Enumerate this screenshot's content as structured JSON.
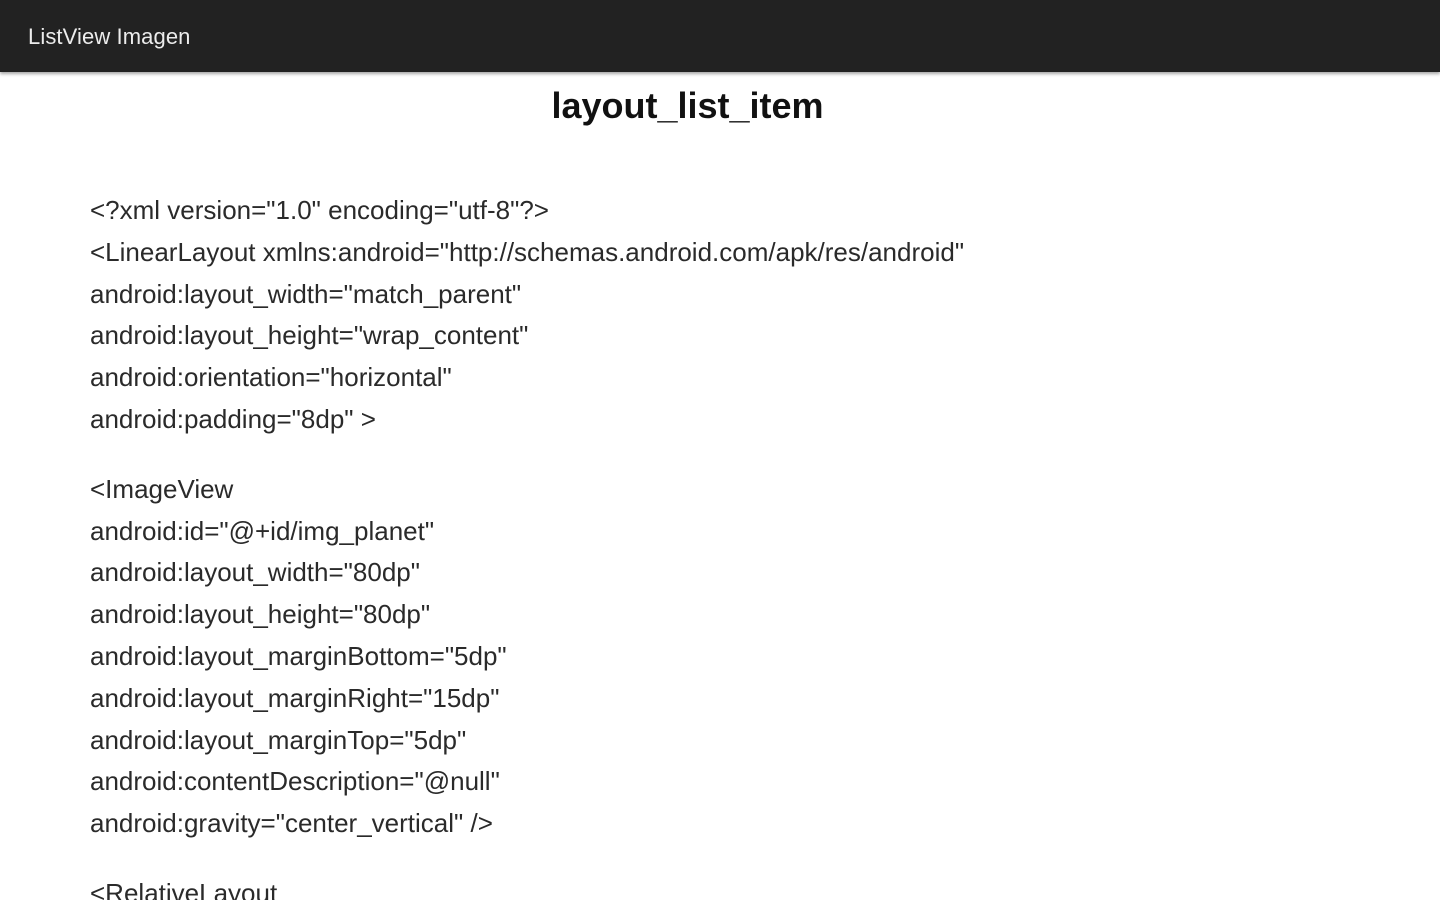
{
  "app": {
    "title": "ListView Imagen"
  },
  "page": {
    "title": "layout_list_item"
  },
  "code": {
    "groups": [
      [
        "<?xml version=\"1.0\" encoding=\"utf-8\"?>",
        "<LinearLayout xmlns:android=\"http://schemas.android.com/apk/res/android\"",
        "android:layout_width=\"match_parent\"",
        "android:layout_height=\"wrap_content\"",
        "android:orientation=\"horizontal\"",
        "android:padding=\"8dp\" >"
      ],
      [
        "<ImageView",
        "android:id=\"@+id/img_planet\"",
        "android:layout_width=\"80dp\"",
        "android:layout_height=\"80dp\"",
        "android:layout_marginBottom=\"5dp\"",
        "android:layout_marginRight=\"15dp\"",
        "android:layout_marginTop=\"5dp\"",
        "android:contentDescription=\"@null\"",
        "android:gravity=\"center_vertical\" />"
      ],
      [
        "<RelativeLayout"
      ]
    ]
  }
}
